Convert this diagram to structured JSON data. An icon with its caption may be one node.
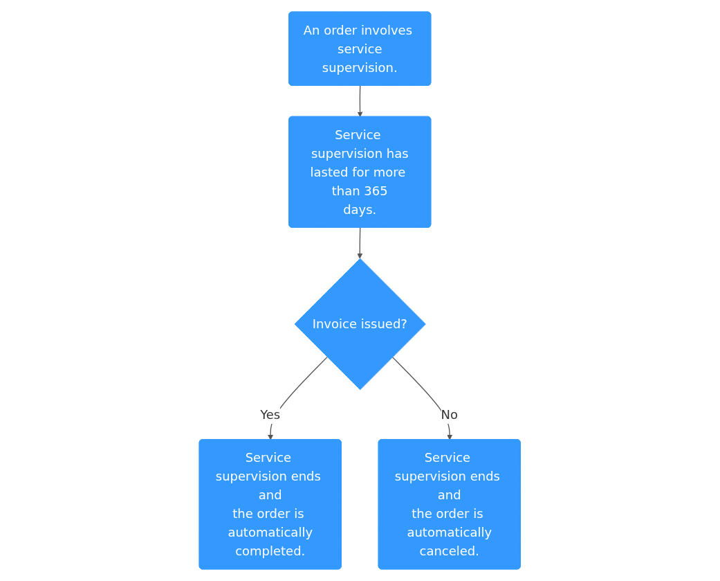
{
  "diagram": {
    "nodes": [
      {
        "text": [
          "An order involves service supervision."
        ]
      },
      {
        "text": [
          "Service supervision has lasted for more than 365 days."
        ]
      },
      {
        "text": [
          "Invoice issued?"
        ]
      },
      {
        "text": [
          "Service supervision ends and the order is automatically completed."
        ]
      },
      {
        "text": [
          "Service supervision ends and the order is automatically canceled."
        ]
      }
    ],
    "edges": [
      {
        "from": 0,
        "to": 1,
        "arrow": "to"
      },
      {
        "from": 1,
        "to": 2,
        "arrow": "to"
      },
      {
        "from": 2,
        "to": 3,
        "label": "Yes",
        "arrow": "to"
      },
      {
        "from": 2,
        "to": 4,
        "label": "No",
        "arrow": "to"
      }
    ]
  }
}
